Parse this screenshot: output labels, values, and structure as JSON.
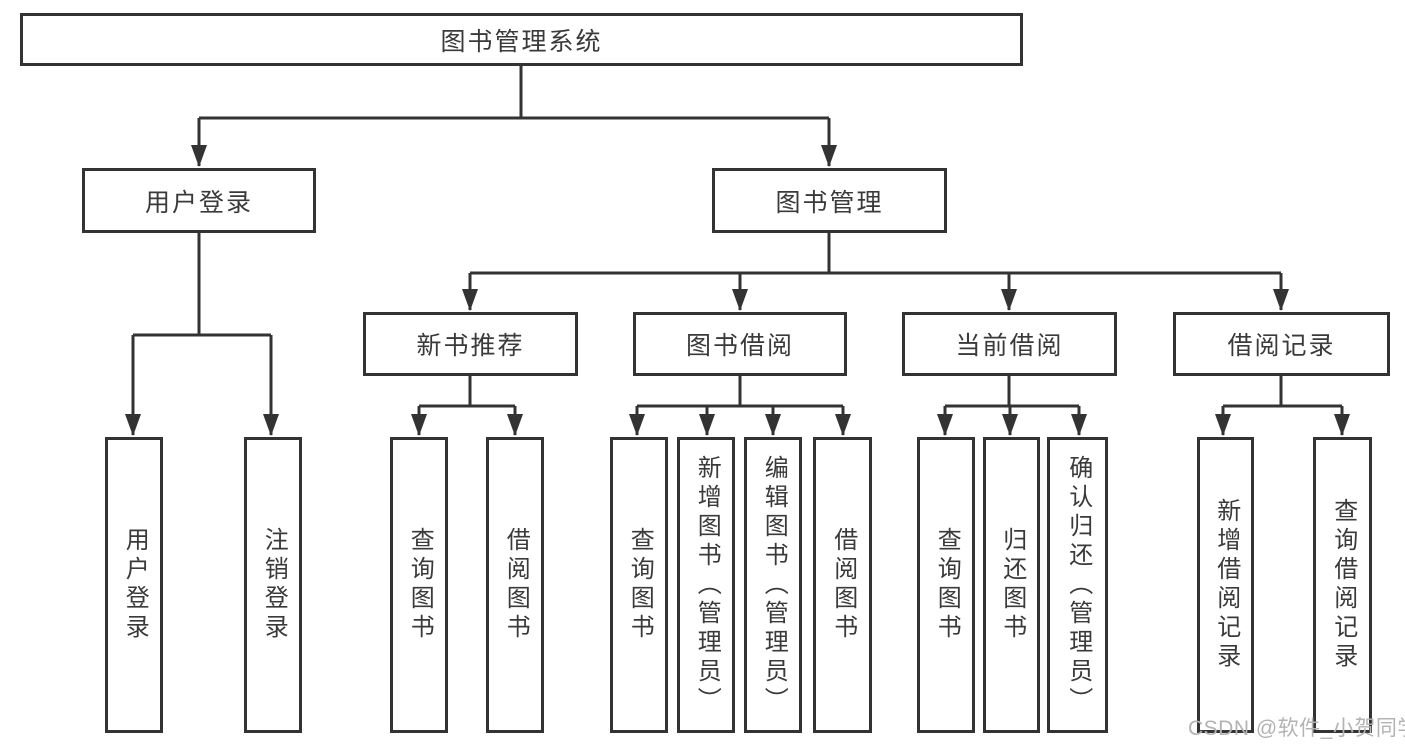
{
  "diagram": {
    "title": "图书管理系统",
    "level2": {
      "user_login": "用户登录",
      "book_mgmt": "图书管理"
    },
    "level3": {
      "new_rec": "新书推荐",
      "borrowing": "图书借阅",
      "current": "当前借阅",
      "records": "借阅记录"
    },
    "leaves": {
      "user_login": "用户登录",
      "logout": "注销登录",
      "rec_query": "查询图书",
      "rec_borrow": "借阅图书",
      "bor_query": "查询图书",
      "bor_add": "新增图书（管理员）",
      "bor_edit": "编辑图书（管理员）",
      "bor_borrow": "借阅图书",
      "cur_query": "查询图书",
      "cur_return": "归还图书",
      "cur_confirm": "确认归还（管理员）",
      "log_add": "新增借阅记录",
      "log_query": "查询借阅记录"
    }
  },
  "watermark": {
    "text": "CSDN @软件_小贺同学"
  },
  "colors": {
    "line": "#333333",
    "box_border": "#333333",
    "box_bg": "#ffffff",
    "text": "#3a3a3a",
    "watermark": "#b3b3b3",
    "background": "#ffffff"
  }
}
